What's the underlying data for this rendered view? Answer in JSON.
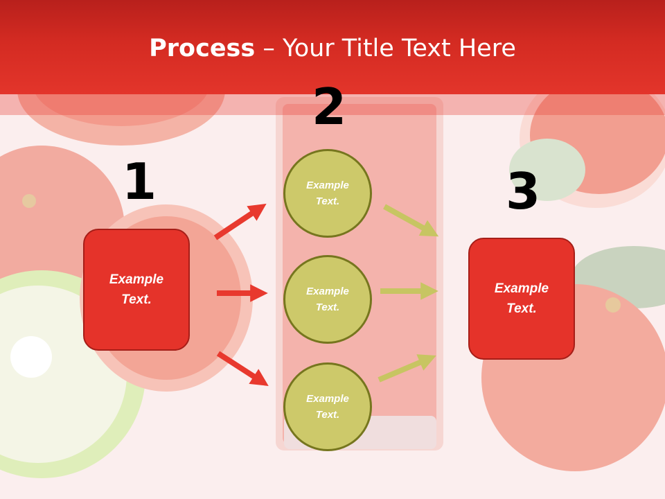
{
  "title": {
    "bold": "Process",
    "rest": " – Your Title Text Here"
  },
  "steps": {
    "one": "1",
    "two": "2",
    "three": "3"
  },
  "box_left": {
    "line1": "Example",
    "line2": "Text."
  },
  "box_right": {
    "line1": "Example",
    "line2": "Text."
  },
  "circles": [
    {
      "line1": "Example",
      "line2": "Text."
    },
    {
      "line1": "Example",
      "line2": "Text."
    },
    {
      "line1": "Example",
      "line2": "Text."
    }
  ],
  "colors": {
    "accent_red": "#e5332a",
    "olive": "#cdc96a",
    "arrow_red": "#e8392e",
    "arrow_olive": "#c7c562"
  }
}
